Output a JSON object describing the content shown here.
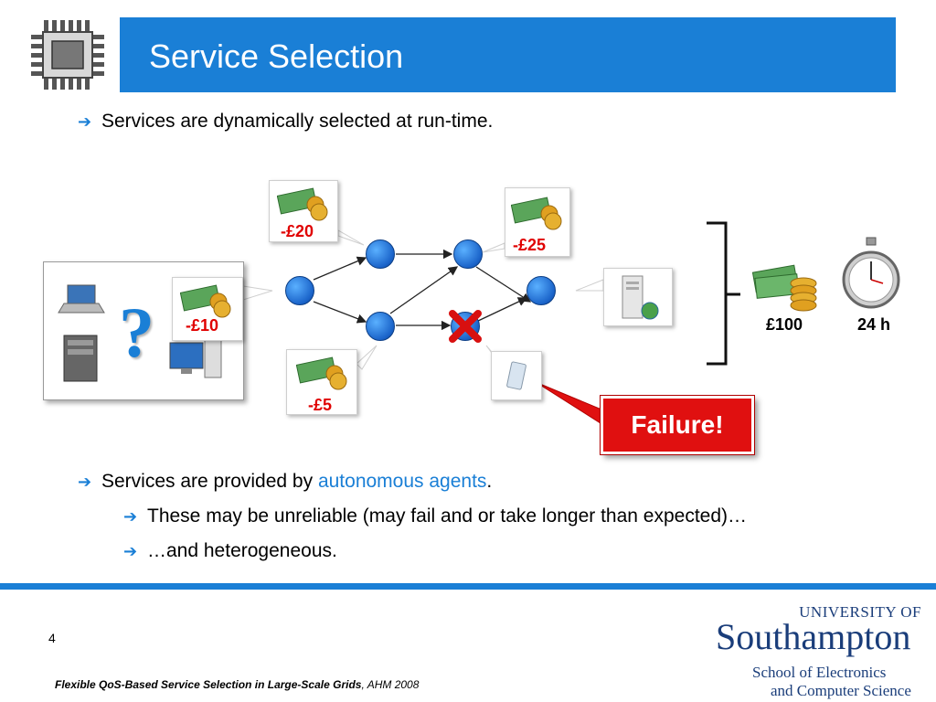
{
  "header": {
    "title": "Service Selection"
  },
  "bullets": {
    "b1": "Services are dynamically selected at run-time.",
    "b2_prefix": "Services are provided by ",
    "b2_link": "autonomous agents",
    "b2_suffix": ".",
    "b3": "These may be unreliable (may fail and or take longer than expected)…",
    "b4": "…and heterogeneous."
  },
  "diagram": {
    "prices": {
      "p20": "-£20",
      "p25": "-£25",
      "p10": "-£10",
      "p5": "-£5"
    },
    "failure_label": "Failure!",
    "budget": "£100",
    "deadline": "24 h",
    "question_mark": "?"
  },
  "footer": {
    "page_number": "4",
    "citation_bold": "Flexible QoS-Based Service Selection in Large-Scale Grids",
    "citation_rest": ", AHM 2008",
    "uni_line1": "UNIVERSITY OF",
    "uni_line2": "Southampton",
    "uni_line3": "School of Electronics",
    "uni_line4": "and Computer Science"
  },
  "colors": {
    "accent": "#1a7fd6",
    "failure": "#e01010",
    "price": "#e00000"
  }
}
